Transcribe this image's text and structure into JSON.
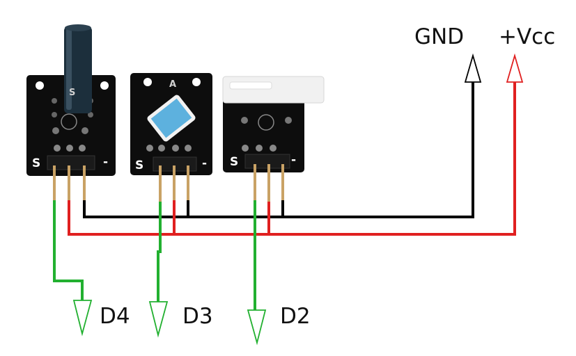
{
  "labels": {
    "gnd": "GND",
    "vcc": "+Vcc",
    "d4": "D4",
    "d3": "D3",
    "d2": "D2"
  },
  "modules": [
    {
      "component": "vibration-motor",
      "pin_s": "S",
      "pin_minus": "-",
      "silk": "S"
    },
    {
      "component": "tilt-switch",
      "pin_s": "S",
      "pin_minus": "-",
      "silk": "A"
    },
    {
      "component": "mercury-switch",
      "pin_s": "S",
      "pin_minus": "-",
      "silk": ""
    }
  ],
  "colors": {
    "gnd_wire": "#000000",
    "vcc_wire": "#e02020",
    "signal_wire": "#22b030",
    "board": "#0d0d0d",
    "pin": "#c9a265",
    "motor": "#1c2f3c",
    "tilt_body": "#5db1de"
  }
}
